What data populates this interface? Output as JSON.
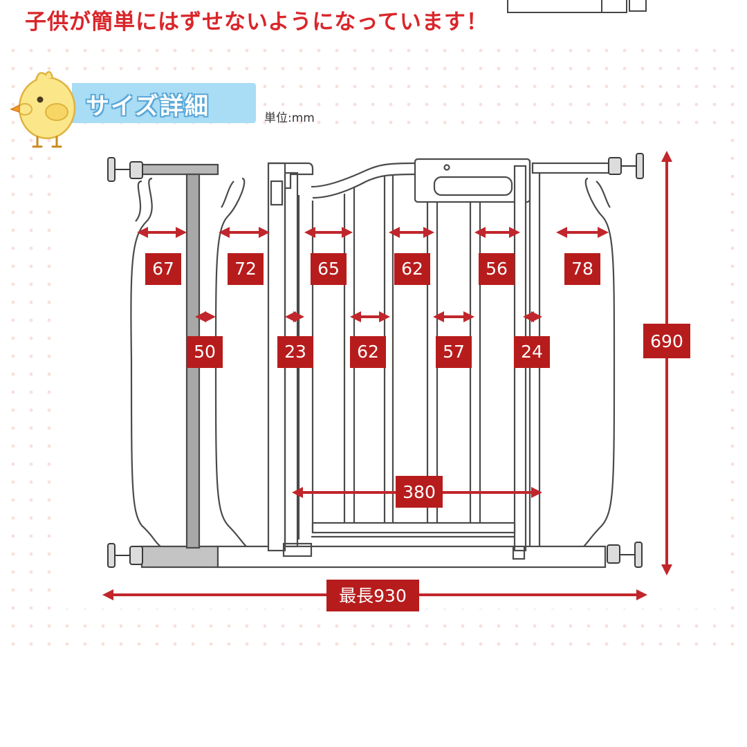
{
  "headline": "子供が簡単にはずせないようになっています！",
  "section": {
    "title": "サイズ詳細",
    "unit": "単位:mm"
  },
  "icons": {
    "mascot": "chick-icon"
  },
  "colors": {
    "label_bg": "#b71c1c",
    "accent_red": "#d9262b",
    "banner": "#a9dcf5",
    "dots": "#f3d6cf"
  },
  "dimensions": {
    "top_gaps": [
      "67",
      "72",
      "65",
      "62",
      "56",
      "78"
    ],
    "mid_gaps": [
      "50",
      "23",
      "62",
      "57",
      "24"
    ],
    "door_width": "380",
    "height": "690",
    "max_length": "最長930"
  }
}
